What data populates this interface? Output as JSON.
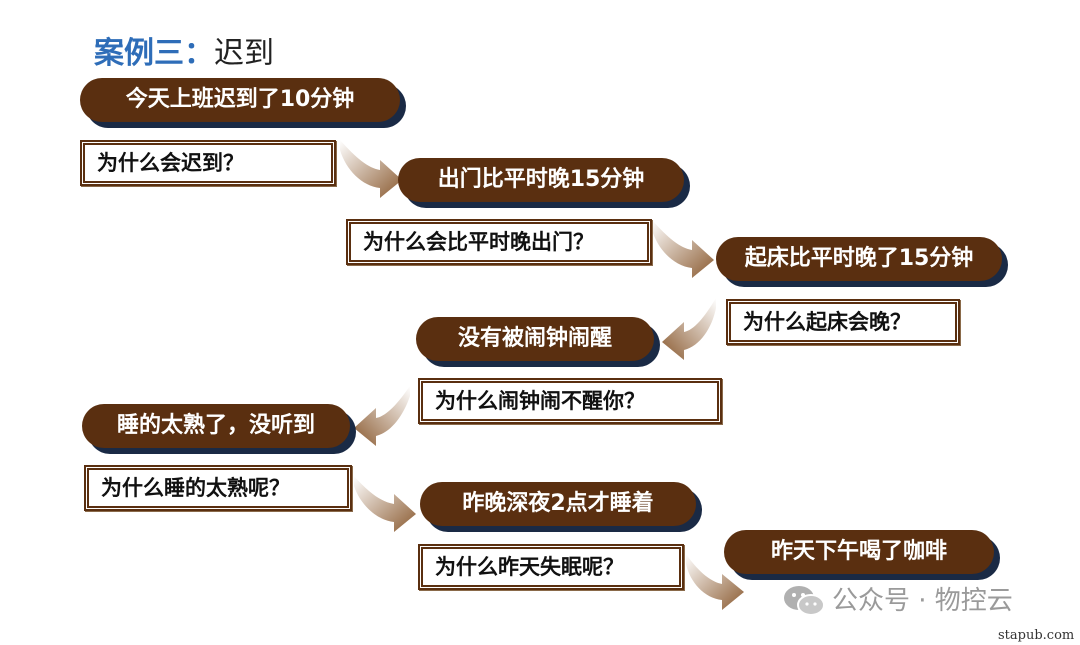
{
  "title": {
    "lead": "案例三：",
    "rest": "迟到"
  },
  "steps": [
    {
      "answer": "今天上班迟到了10分钟",
      "question": "为什么会迟到？"
    },
    {
      "answer": "出门比平时晚15分钟",
      "question": "为什么会比平时晚出门？"
    },
    {
      "answer": "起床比平时晚了15分钟",
      "question": "为什么起床会晚？"
    },
    {
      "answer": "没有被闹钟闹醒",
      "question": "为什么闹钟闹不醒你？"
    },
    {
      "answer": "睡的太熟了，没听到",
      "question": "为什么睡的太熟呢？"
    },
    {
      "answer": "昨晚深夜2点才睡着",
      "question": "为什么昨天失眠呢？"
    },
    {
      "answer": "昨天下午喝了咖啡"
    }
  ],
  "watermark": {
    "text": "公众号 · 物控云",
    "logo_icon": "wechat-icon",
    "site": "stapub.com"
  },
  "colors": {
    "pill": "#5a2f10",
    "pill_shadow": "#1a2a45",
    "title_blue": "#2e6db8",
    "arrow": "#a07a55"
  }
}
